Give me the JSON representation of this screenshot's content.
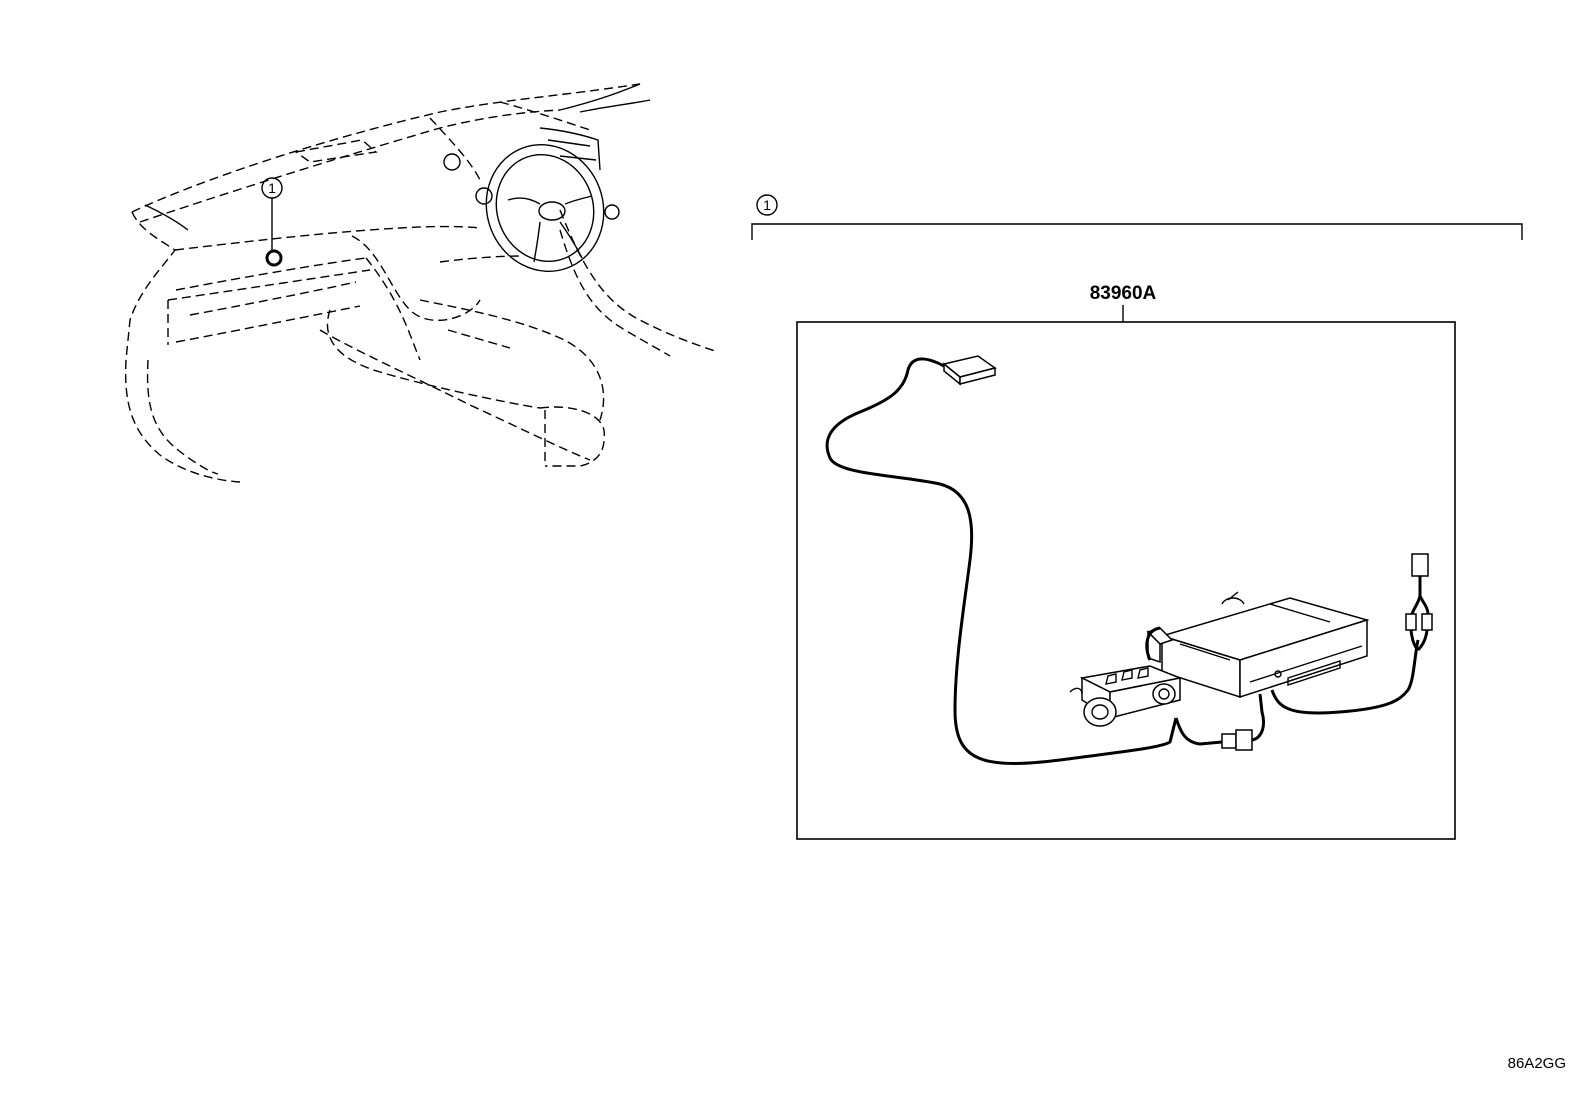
{
  "diagram": {
    "callout_ref": "1",
    "group_ref": "1",
    "part_number": "83960A",
    "illustration_code": "86A2GG",
    "icons": [
      "dashboard-interior-illustration",
      "gps-antenna",
      "navigation-unit",
      "connector"
    ],
    "colors": {
      "line": "#000000",
      "background": "#ffffff"
    }
  }
}
